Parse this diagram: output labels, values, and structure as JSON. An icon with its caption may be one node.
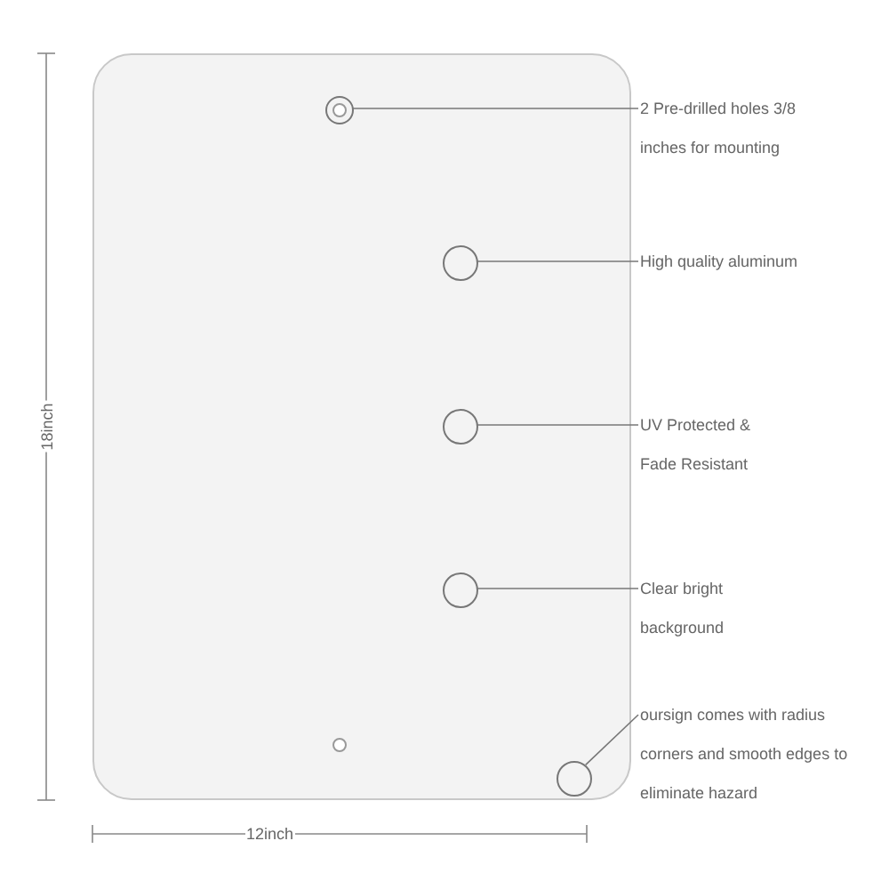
{
  "diagram": {
    "nodes": [
      {
        "text": [],
        "shape": "box"
      },
      {
        "text": [],
        "shape": "circle",
        "in": 0
      },
      {
        "text": [],
        "shape": "circle",
        "in": 0
      },
      {
        "text": [],
        "shape": "circle",
        "in": 0
      },
      {
        "text": [],
        "shape": "circle",
        "in": 0
      },
      {
        "text": [],
        "shape": "circle",
        "in": 0
      },
      {
        "text": [
          "2 Pre-drilled holes 3/8 inches for mounting"
        ]
      },
      {
        "text": [
          "High quality aluminum"
        ]
      },
      {
        "text": [
          "UV Protected & Fade Resistant"
        ]
      },
      {
        "text": [
          "Clear bright background"
        ]
      },
      {
        "text": [
          "oursign comes with radius corners and smooth edges to eliminate hazard"
        ]
      }
    ],
    "edges": [
      {
        "from": 6,
        "to": 1,
        "arrow": "none"
      },
      {
        "from": 7,
        "to": 2,
        "arrow": "none"
      },
      {
        "from": 8,
        "to": 3,
        "arrow": "none"
      },
      {
        "from": 9,
        "to": 4,
        "arrow": "none"
      },
      {
        "from": 10,
        "to": 5,
        "arrow": "none"
      }
    ],
    "labels": [
      "18inch",
      "12inch"
    ]
  }
}
